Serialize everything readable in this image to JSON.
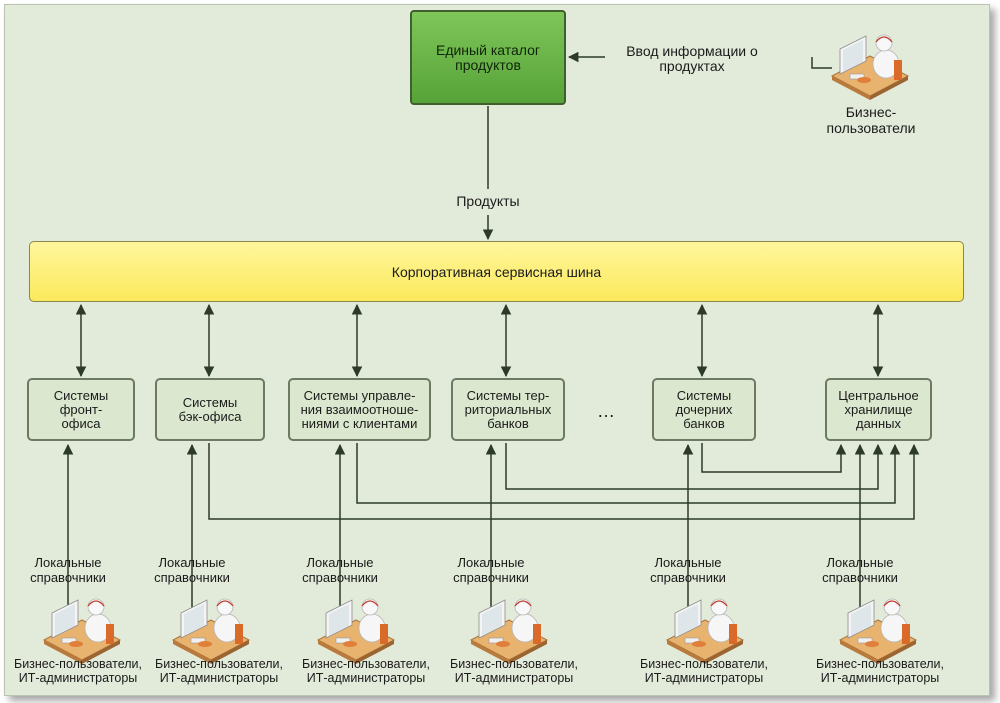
{
  "catalog": {
    "label": "Единый каталог продуктов"
  },
  "info_input": {
    "label": "Ввод информации о продуктах"
  },
  "business_users": {
    "label": "Бизнес-пользователи"
  },
  "products_label": "Продукты",
  "bus": {
    "label": "Корпоративная сервисная шина"
  },
  "systems": [
    {
      "id": "front",
      "label": "Системы фронт-офиса"
    },
    {
      "id": "back",
      "label": "Системы бэк-офиса"
    },
    {
      "id": "crm",
      "label": "Системы управле-ния взаимоотноше-ниями с клиентами"
    },
    {
      "id": "regional",
      "label": "Системы тер-риториальных банков"
    },
    {
      "id": "ellipsis",
      "label": "…"
    },
    {
      "id": "subsidiary",
      "label": "Системы дочерних банков"
    },
    {
      "id": "dwh",
      "label": "Центральное хранилище данных"
    }
  ],
  "bottom_groups": [
    {
      "dir_label": "Локальные справочники",
      "users_label": "Бизнес-пользователи, ИТ-администраторы"
    },
    {
      "dir_label": "Локальные справочники",
      "users_label": "Бизнес-пользователи, ИТ-администраторы"
    },
    {
      "dir_label": "Локальные справочники",
      "users_label": "Бизнес-пользователи, ИТ-администраторы"
    },
    {
      "dir_label": "Локальные справочники",
      "users_label": "Бизнес-пользователи, ИТ-администраторы"
    },
    {
      "dir_label": "Локальные справочники",
      "users_label": "Бизнес-пользователи, ИТ-администраторы"
    },
    {
      "dir_label": "Локальные справочники",
      "users_label": "Бизнес-пользователи, ИТ-администраторы"
    }
  ],
  "colors": {
    "catalog": "#6bb44a",
    "bus": "#fff27a",
    "system": "#dbe8cf",
    "background": "#e2ead9",
    "line": "#2d3a28"
  }
}
